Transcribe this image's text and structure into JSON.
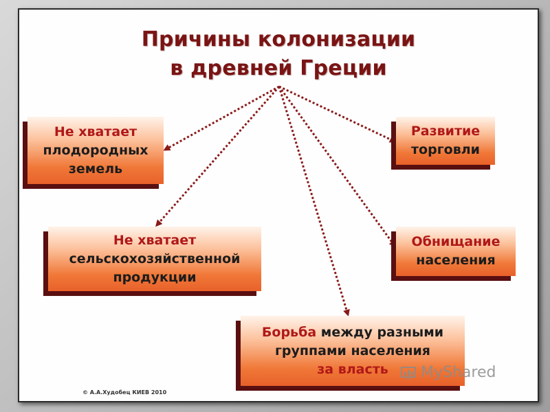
{
  "title": {
    "line1": "Причины колонизации",
    "line2": "в древней Греции"
  },
  "boxes": {
    "land": [
      "Не хватает",
      "плодородных",
      "земель"
    ],
    "agri": [
      "Не хватает",
      "сельскохозяйственной",
      "продукции"
    ],
    "trade": [
      "Развитие",
      "торговли"
    ],
    "poor": [
      "Обнищание",
      "населения"
    ],
    "power": {
      "line1_red": "Борьба",
      "line1_rest": " между разными",
      "line2": "группами населения",
      "line3_red": "за власть"
    }
  },
  "footer": {
    "credit": "© А.А.Худобец КИЕВ 2010",
    "watermark": "MyShared"
  },
  "colors": {
    "title": "#7a1414",
    "arrow": "#8a1a1a",
    "box_shadow": "#5a0f10",
    "box_gradient_light": "#fff3ea",
    "box_gradient_dark": "#e8612a",
    "highlight_text": "#b01818"
  }
}
